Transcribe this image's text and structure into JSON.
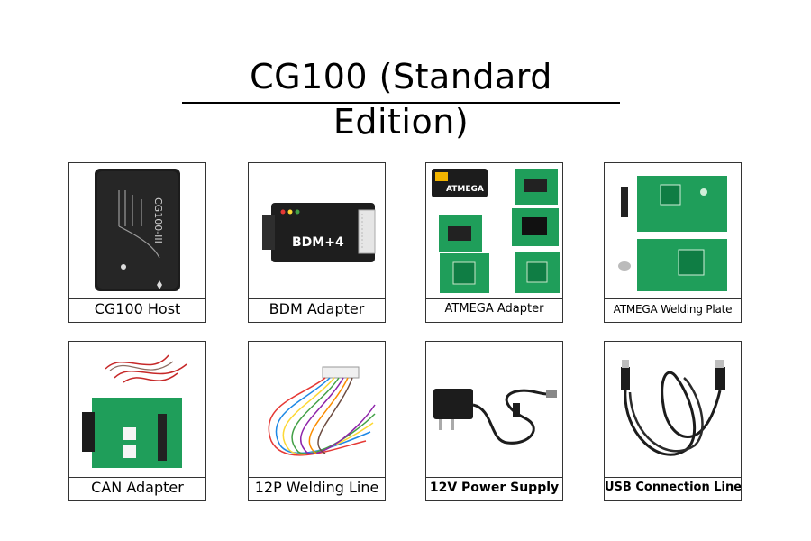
{
  "title": "CG100  (Standard Edition)",
  "items": [
    {
      "label": "CG100 Host",
      "icon": "cg100-host-device-image"
    },
    {
      "label": "BDM  Adapter",
      "icon": "bdm-adapter-image",
      "device_text": "BDM+4"
    },
    {
      "label": "ATMEGA  Adapter",
      "icon": "atmega-adapter-boards-image",
      "device_text": "ATMEGA"
    },
    {
      "label": "ATMEGA Welding Plate",
      "icon": "atmega-welding-plate-image"
    },
    {
      "label": "CAN Adapter",
      "icon": "can-adapter-board-image"
    },
    {
      "label": "12P Welding Line",
      "icon": "welding-line-wires-image"
    },
    {
      "label": "12V Power Supply",
      "icon": "power-supply-adapter-image"
    },
    {
      "label": "USB Connection Line",
      "icon": "usb-cable-image"
    }
  ],
  "colors": {
    "pcb_green": "#1f9e5a",
    "device_black": "#1c1c1c"
  }
}
